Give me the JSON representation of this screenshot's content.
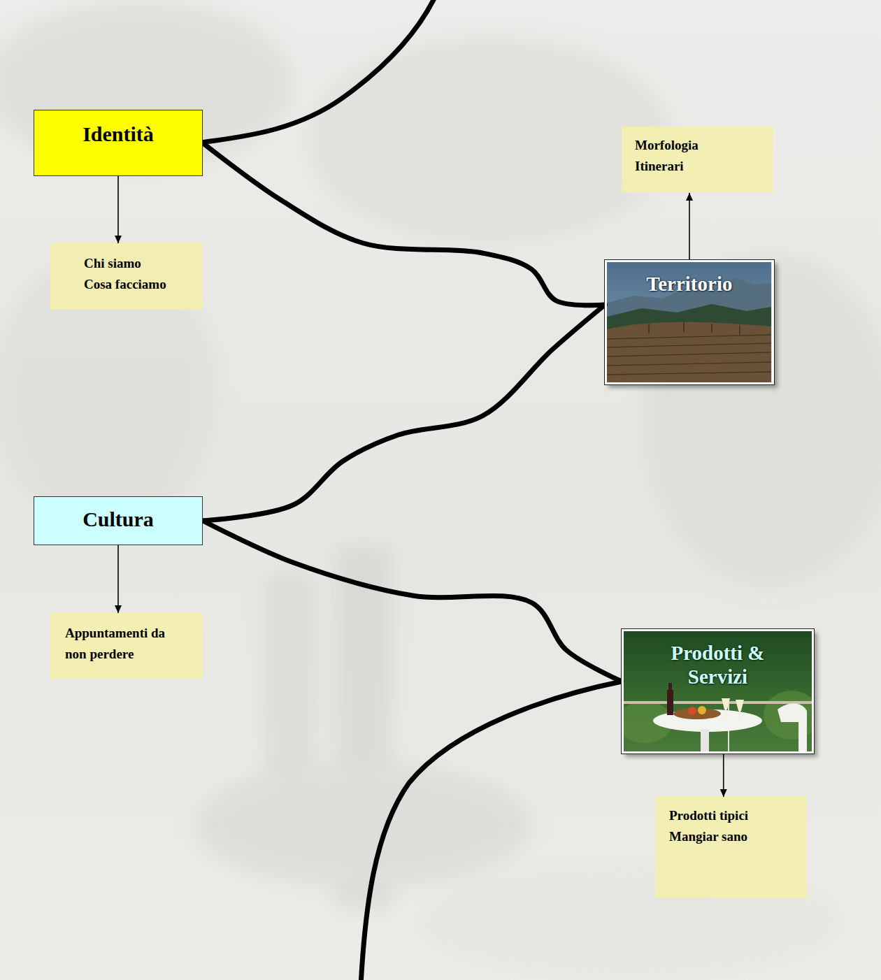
{
  "diagram": {
    "nodes": [
      {
        "text": [
          "Identità"
        ]
      },
      {
        "text": [
          "Morfologia",
          "Itinerari"
        ]
      },
      {
        "text": [
          "Chi siamo",
          "Cosa facciamo"
        ]
      },
      {
        "text": [
          "Territorio"
        ]
      },
      {
        "text": [
          "Cultura"
        ]
      },
      {
        "text": [
          "Appuntamenti da non perdere"
        ]
      },
      {
        "text": [
          "Prodotti & Servizi"
        ]
      },
      {
        "text": [
          "Prodotti tipici",
          "Mangiar sano"
        ]
      }
    ],
    "edges": [
      {
        "from": 0,
        "to": 2,
        "arrow": "to"
      },
      {
        "from": 3,
        "to": 1,
        "arrow": "to"
      },
      {
        "from": 4,
        "to": 5,
        "arrow": "to"
      },
      {
        "from": 6,
        "to": 7,
        "arrow": "to"
      },
      {
        "from": 0,
        "to": 3,
        "arrow": "none"
      },
      {
        "from": 3,
        "to": 4,
        "arrow": "none"
      },
      {
        "from": 4,
        "to": 6,
        "arrow": "none"
      }
    ]
  }
}
